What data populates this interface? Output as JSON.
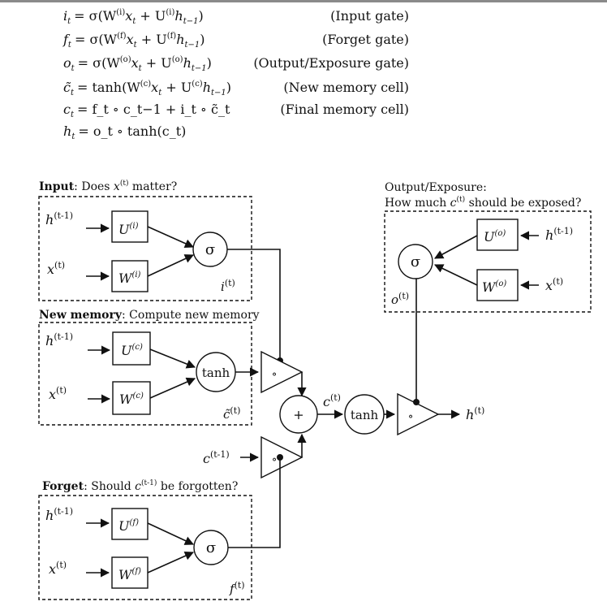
{
  "equations": [
    {
      "lhs": "i",
      "lhs_sub": "t",
      "rhs_pre": "= σ(W",
      "sup1": "(i)",
      "mid": "x",
      "mid_sub": "t",
      "plus": " + U",
      "sup2": "(i)",
      "tail": "h",
      "tail_sub": "t−1",
      ")": ")",
      "label": "(Input gate)"
    },
    {
      "lhs": "f",
      "lhs_sub": "t",
      "rhs_pre": "= σ(W",
      "sup1": "(f)",
      "mid": "x",
      "mid_sub": "t",
      "plus": " + U",
      "sup2": "(f)",
      "tail": "h",
      "tail_sub": "t−1",
      ")": ")",
      "label": "(Forget gate)"
    },
    {
      "lhs": "o",
      "lhs_sub": "t",
      "rhs_pre": "= σ(W",
      "sup1": "(o)",
      "mid": "x",
      "mid_sub": "t",
      "plus": " + U",
      "sup2": "(o)",
      "tail": "h",
      "tail_sub": "t−1",
      ")": ")",
      "label": "(Output/Exposure gate)"
    },
    {
      "lhs": "c̃",
      "lhs_sub": "t",
      "rhs_pre": "= tanh(W",
      "sup1": "(c)",
      "mid": "x",
      "mid_sub": "t",
      "plus": " + U",
      "sup2": "(c)",
      "tail": "h",
      "tail_sub": "t−1",
      ")": ")",
      "label": "(New memory cell)"
    },
    {
      "lhs": "c",
      "lhs_sub": "t",
      "rhs_text": "= f",
      "label": "(Final memory cell)"
    },
    {
      "lhs": "h",
      "lhs_sub": "t",
      "rhs_text": "= o",
      "label": ""
    }
  ],
  "final_eq": {
    "c_line": "= f_t ∘ c_t−1 + i_t ∘ c̃_t",
    "h_line": "= o_t ∘ tanh(c_t)"
  },
  "sections": {
    "input": {
      "bold": "Input",
      "rest": ": Does ",
      "var": "x",
      "sup": "(t)",
      "end": " matter?"
    },
    "new_memory": {
      "bold": "New memory",
      "rest": ": Compute new memory"
    },
    "forget": {
      "bold": "Forget",
      "rest": ": Should ",
      "var": "c",
      "sup": "(t-1)",
      "end": " be forgotten?"
    },
    "output_title": "Output/Exposure:",
    "output_q_pre": "How much ",
    "output_q_var": "c",
    "output_q_sup": "(t)",
    "output_q_end": " should be exposed?"
  },
  "labels": {
    "h_prev": "h",
    "h_prev_sup": "(t-1)",
    "x_t": "x",
    "x_t_sup": "(t)",
    "c_prev": "c",
    "c_prev_sup": "(t-1)",
    "c_t": "c",
    "c_t_sup": "(t)",
    "h_t": "h",
    "h_t_sup": "(t)",
    "i_t": "i",
    "i_t_sup": "(t)",
    "ct_tilde": "c̃",
    "ct_tilde_sup": "(t)",
    "f_t": "f",
    "f_t_sup": "(t)",
    "o_t": "o",
    "o_t_sup": "(t)"
  },
  "weights": {
    "U_i": "U",
    "U_i_sup": "(i)",
    "W_i": "W",
    "W_i_sup": "(i)",
    "U_c": "U",
    "U_c_sup": "(c)",
    "W_c": "W",
    "W_c_sup": "(c)",
    "U_f": "U",
    "U_f_sup": "(f)",
    "W_f": "W",
    "W_f_sup": "(f)",
    "U_o": "U",
    "U_o_sup": "(o)",
    "W_o": "W",
    "W_o_sup": "(o)"
  },
  "nodes": {
    "sigma": "σ",
    "tanh": "tanh",
    "plus": "+",
    "hadamard": "∘"
  }
}
